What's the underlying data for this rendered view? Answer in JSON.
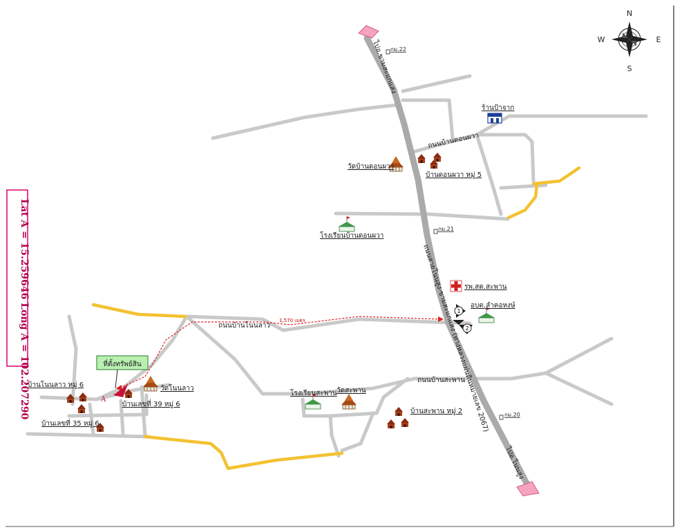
{
  "coordinates": "Lat A = 15.259646  Long A = 102.207290",
  "compass": {
    "n": "N",
    "s": "S",
    "e": "E",
    "w": "W"
  },
  "colors": {
    "minor_road": "#c9c9c9",
    "highway": "#aaaaaa",
    "yellow_road": "#f3c232",
    "route": "#e02020",
    "arrow": "#f5a3bf",
    "coord_box": "#d6006e",
    "property_label_bg": "#b9f0b2"
  },
  "roads": {
    "north_dest": "ไปอ.ขามสะแกแสง",
    "south_dest": "ไปอ.โนนสูง",
    "highway_name": "ถนนสายโนนสูง-ขามสะแกแสง (ทางหลวงแผ่นดินหมายเลข 2067)",
    "road_donpawa": "ถนนบ้านดอนผวา",
    "road_nonlao": "ถนนบ้านโนนลาว",
    "road_saphan": "ถนนบ้านสะพาน"
  },
  "km_markers": [
    "กม.22",
    "กม.21",
    "กม.20"
  ],
  "distance": "1,570 เมตร",
  "places": {
    "shop": "ร้านป้าจาก",
    "temple_donpawa": "วัดบ้านดอนผวา",
    "village_donpawa": "บ้านดอนผวา หมู่ 5",
    "school_donpawa": "โรงเรียนบ้านดอนผวา",
    "hospital": "รพ.สต.สะพาน",
    "sao": "อบต.ลำคอหงษ์",
    "property": "ที่ตั้งทรัพย์สิน",
    "point_a": "A",
    "village_nonlao": "บ้านโนนลาว หมู่ 6",
    "temple_nonlao": "วัดโนนลาว",
    "house_39": "บ้านเลขที่ 39 หมู่ 6",
    "house_35": "บ้านเลขที่ 35 หมู่ 6",
    "school_saphan": "โรงเรียนสะพาน",
    "temple_saphan": "วัดสะพาน",
    "village_saphan": "บ้านสะพาน หมู่ 2",
    "marker1": "1",
    "marker2": "2"
  }
}
